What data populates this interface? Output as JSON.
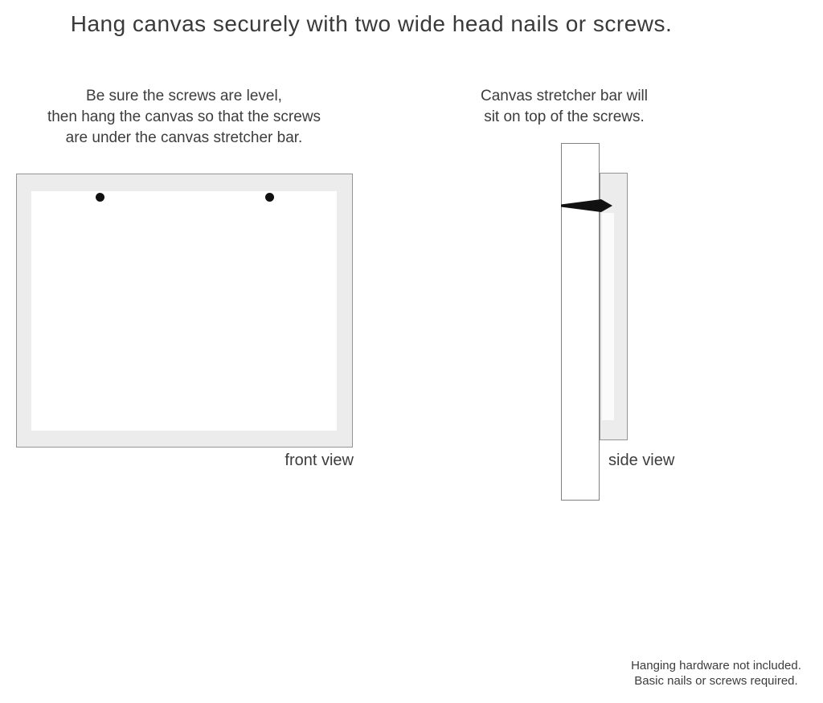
{
  "title": "Hang canvas securely with two wide head nails or screws.",
  "front_section": {
    "instruction_lines": [
      "Be sure the screws are level,",
      "then hang the canvas so that the screws",
      "are under the canvas stretcher bar."
    ],
    "label": "front view",
    "screw_icons": [
      "screw-dot-left",
      "screw-dot-right"
    ]
  },
  "side_section": {
    "instruction_lines": [
      "Canvas stretcher bar will",
      "sit on top of the screws."
    ],
    "label": "side view",
    "nail_icon": "nail-side-icon"
  },
  "footer": {
    "lines": [
      "Hanging hardware not included.",
      "Basic nails or screws required."
    ]
  },
  "colors": {
    "text": "#3b3b3b",
    "canvas_fill": "#ececec",
    "canvas_border": "#949494",
    "nail": "#111111",
    "background": "#ffffff"
  }
}
